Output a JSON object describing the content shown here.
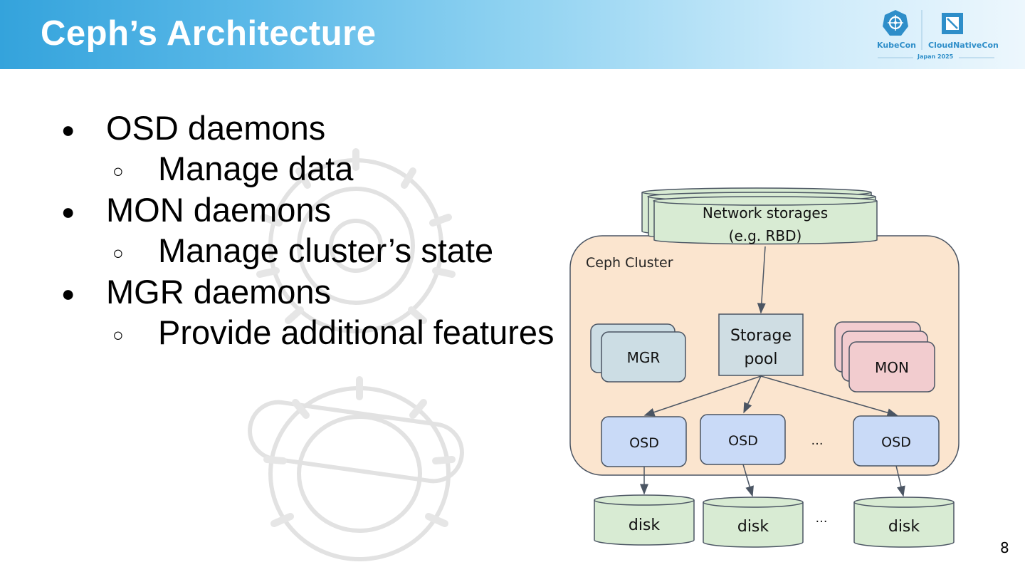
{
  "slide": {
    "title": "Ceph’s Architecture",
    "page_number": "8"
  },
  "logo": {
    "left": "KubeCon",
    "right": "CloudNativeCon",
    "event": "Japan 2025"
  },
  "bullets": [
    {
      "mark": "●",
      "text": "OSD daemons",
      "sub": {
        "mark": "○",
        "text": "Manage data"
      }
    },
    {
      "mark": "●",
      "text": "MON daemons",
      "sub": {
        "mark": "○",
        "text": "Manage cluster’s state"
      }
    },
    {
      "mark": "●",
      "text": "MGR daemons",
      "sub": {
        "mark": "○",
        "text": "Provide additional features"
      }
    }
  ],
  "diagram": {
    "network_storage_line1": "Network storages",
    "network_storage_line2": "(e.g. RBD)",
    "cluster_label": "Ceph Cluster",
    "storage_pool_line1": "Storage",
    "storage_pool_line2": "pool",
    "mgr": "MGR",
    "mon": "MON",
    "osds": [
      "OSD",
      "OSD",
      "OSD"
    ],
    "disks": [
      "disk",
      "disk",
      "disk"
    ],
    "ellipsis": "…",
    "colors": {
      "cluster_fill": "#fbe5cf",
      "storage_fill": "#d8ebd3",
      "pool_fill": "#cfdde3",
      "mgr_fill": "#ccdde4",
      "mon_fill": "#f2cccf",
      "osd_fill": "#c9daf7",
      "disk_fill": "#d8ebd3",
      "stroke": "#4b5563"
    }
  }
}
